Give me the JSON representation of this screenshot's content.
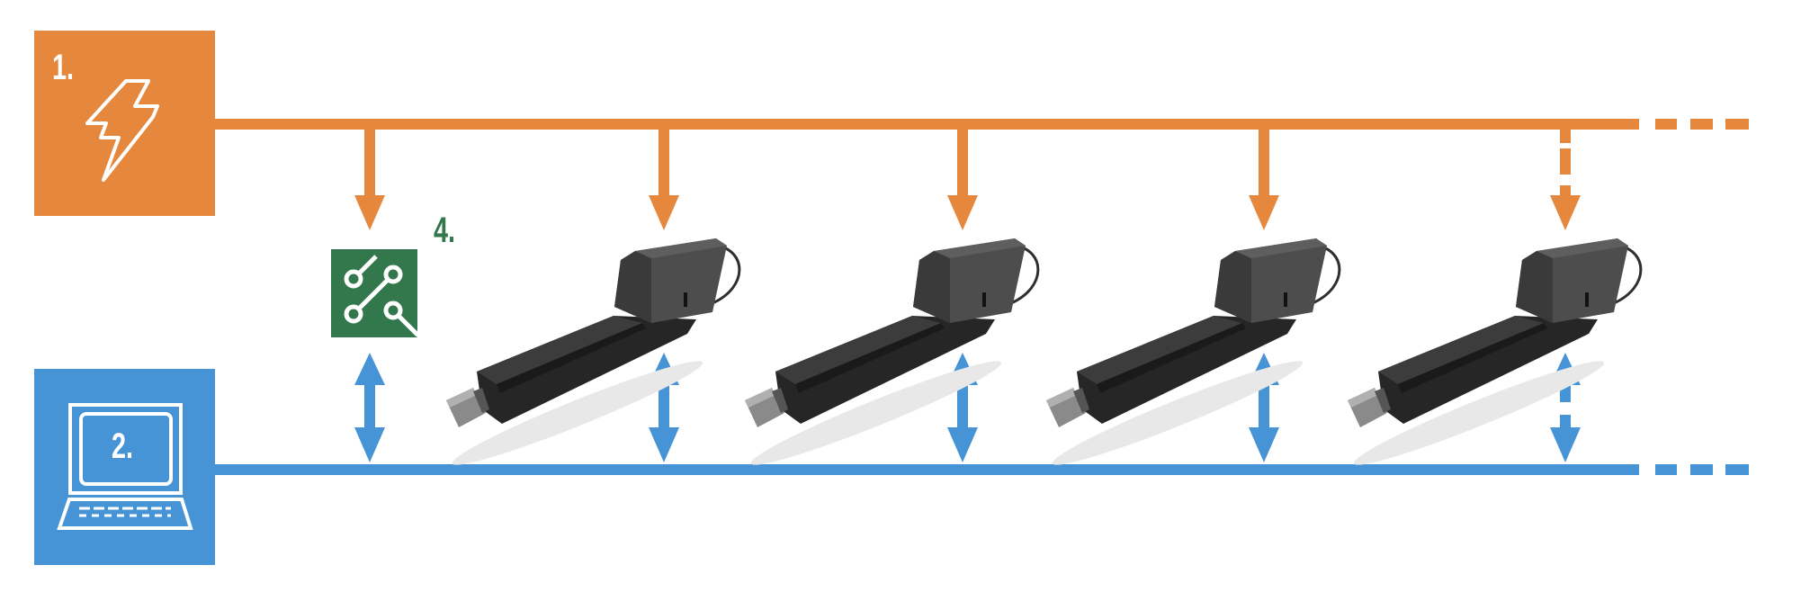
{
  "power_supply": {
    "label": "1.",
    "icon": "lightning-bolt-icon"
  },
  "control_computer": {
    "label": "2.",
    "icon": "laptop-icon"
  },
  "control_box": {
    "label": "4.",
    "icon": "circuit-switch-icon"
  },
  "actuators": {
    "count_shown": 4,
    "continues": true,
    "icon": "linear-actuator"
  },
  "colors": {
    "power": "#e5883d",
    "signal": "#4694d5",
    "control": "#33774c"
  }
}
